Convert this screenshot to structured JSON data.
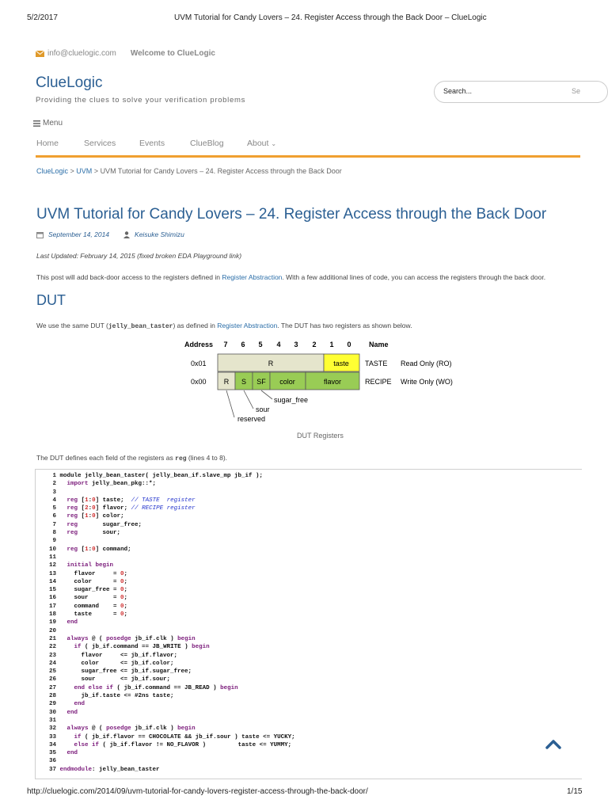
{
  "print_header": {
    "date": "5/2/2017",
    "title": "UVM Tutorial for Candy Lovers – 24. Register Access through the Back Door – ClueLogic"
  },
  "topbar": {
    "email": "info@cluelogic.com",
    "welcome": "Welcome to ClueLogic"
  },
  "site": {
    "title": "ClueLogic",
    "tagline": "Providing the clues to solve your verification problems"
  },
  "search": {
    "placeholder": "Search...",
    "button": "Se"
  },
  "menu_toggle": "Menu",
  "nav": {
    "items": [
      "Home",
      "Services",
      "Events",
      "ClueBlog",
      "About"
    ]
  },
  "breadcrumb": {
    "root": "ClueLogic",
    "sep": " > ",
    "cat": "UVM",
    "current": "UVM Tutorial for Candy Lovers – 24. Register Access through the Back Door"
  },
  "post": {
    "title": "UVM Tutorial for Candy Lovers – 24. Register Access through the Back Door",
    "date": "September 14, 2014",
    "author": "Keisuke Shimizu",
    "updated": "Last Updated: February 14, 2015 (fixed broken EDA Playground link)",
    "intro_a": "This post will add back-door access to the registers defined in ",
    "intro_link": "Register Abstraction",
    "intro_b": ". With a few additional lines of code, you can access the registers through the back door.",
    "h_dut": "DUT",
    "dut_a": "We use the same DUT (",
    "dut_code": "jelly_bean_taster",
    "dut_b": ") as defined in ",
    "dut_link": "Register Abstraction",
    "dut_c": ". The DUT has two registers as shown below.",
    "fig_caption": "DUT Registers",
    "fields_a": "The DUT defines each field of the registers as ",
    "fields_code": "reg",
    "fields_b": " (lines 4 to 8)."
  },
  "figure": {
    "header": {
      "address": "Address",
      "bits": [
        "7",
        "6",
        "5",
        "4",
        "3",
        "2",
        "1",
        "0"
      ],
      "name": "Name"
    },
    "row1": {
      "address": "0x01",
      "field_r": "R",
      "field_taste": "taste",
      "name": "TASTE",
      "access": "Read Only (RO)"
    },
    "row2": {
      "address": "0x00",
      "f_r": "R",
      "f_s": "S",
      "f_sf": "SF",
      "f_color": "color",
      "f_flavor": "flavor",
      "name": "RECIPE",
      "access": "Write Only (WO)"
    },
    "callouts": {
      "sugar_free": "sugar_free",
      "sour": "sour",
      "reserved": "reserved"
    },
    "colors": {
      "gray": "#e5e5cc",
      "yellow": "#ffff33",
      "green": "#99cc55",
      "outline": "#555555"
    }
  },
  "code_lines": [
    [
      [
        "",
        "module jelly_bean_taster( jelly_bean_if.slave_mp jb_if );"
      ]
    ],
    [
      [
        "",
        "  "
      ],
      [
        "kw",
        "import"
      ],
      [
        "",
        " jelly_bean_pkg::*;"
      ]
    ],
    [
      [
        "",
        ""
      ]
    ],
    [
      [
        "",
        "  "
      ],
      [
        "kw",
        "reg"
      ],
      [
        "",
        " ["
      ],
      [
        "num",
        "1"
      ],
      [
        "",
        ":"
      ],
      [
        "num",
        "0"
      ],
      [
        "",
        "] taste;  "
      ],
      [
        "cm",
        "// TASTE  register"
      ]
    ],
    [
      [
        "",
        "  "
      ],
      [
        "kw",
        "reg"
      ],
      [
        "",
        " ["
      ],
      [
        "num",
        "2"
      ],
      [
        "",
        ":"
      ],
      [
        "num",
        "0"
      ],
      [
        "",
        "] flavor; "
      ],
      [
        "cm",
        "// RECIPE register"
      ]
    ],
    [
      [
        "",
        "  "
      ],
      [
        "kw",
        "reg"
      ],
      [
        "",
        " ["
      ],
      [
        "num",
        "1"
      ],
      [
        "",
        ":"
      ],
      [
        "num",
        "0"
      ],
      [
        "",
        "] color;"
      ]
    ],
    [
      [
        "",
        "  "
      ],
      [
        "kw",
        "reg"
      ],
      [
        "",
        "       sugar_free;"
      ]
    ],
    [
      [
        "",
        "  "
      ],
      [
        "kw",
        "reg"
      ],
      [
        "",
        "       sour;"
      ]
    ],
    [
      [
        "",
        ""
      ]
    ],
    [
      [
        "",
        "  "
      ],
      [
        "kw",
        "reg"
      ],
      [
        "",
        " ["
      ],
      [
        "num",
        "1"
      ],
      [
        "",
        ":"
      ],
      [
        "num",
        "0"
      ],
      [
        "",
        "] command;"
      ]
    ],
    [
      [
        "",
        ""
      ]
    ],
    [
      [
        "",
        "  "
      ],
      [
        "kw",
        "initial begin"
      ]
    ],
    [
      [
        "",
        "    flavor     = "
      ],
      [
        "num",
        "0"
      ],
      [
        "",
        ";"
      ]
    ],
    [
      [
        "",
        "    color      = "
      ],
      [
        "num",
        "0"
      ],
      [
        "",
        ";"
      ]
    ],
    [
      [
        "",
        "    sugar_free = "
      ],
      [
        "num",
        "0"
      ],
      [
        "",
        ";"
      ]
    ],
    [
      [
        "",
        "    sour       = "
      ],
      [
        "num",
        "0"
      ],
      [
        "",
        ";"
      ]
    ],
    [
      [
        "",
        "    command    = "
      ],
      [
        "num",
        "0"
      ],
      [
        "",
        ";"
      ]
    ],
    [
      [
        "",
        "    taste      = "
      ],
      [
        "num",
        "0"
      ],
      [
        "",
        ";"
      ]
    ],
    [
      [
        "",
        "  "
      ],
      [
        "kw",
        "end"
      ]
    ],
    [
      [
        "",
        ""
      ]
    ],
    [
      [
        "",
        "  "
      ],
      [
        "kw",
        "always"
      ],
      [
        "",
        " @ ( "
      ],
      [
        "kw",
        "posedge"
      ],
      [
        "",
        " jb_if.clk ) "
      ],
      [
        "kw",
        "begin"
      ]
    ],
    [
      [
        "",
        "    "
      ],
      [
        "kw",
        "if"
      ],
      [
        "",
        " ( jb_if.command == JB_WRITE ) "
      ],
      [
        "kw",
        "begin"
      ]
    ],
    [
      [
        "",
        "      flavor     <= jb_if.flavor;"
      ]
    ],
    [
      [
        "",
        "      color      <= jb_if.color;"
      ]
    ],
    [
      [
        "",
        "      sugar_free <= jb_if.sugar_free;"
      ]
    ],
    [
      [
        "",
        "      sour       <= jb_if.sour;"
      ]
    ],
    [
      [
        "",
        "    "
      ],
      [
        "kw",
        "end else if"
      ],
      [
        "",
        " ( jb_if.command == JB_READ ) "
      ],
      [
        "kw",
        "begin"
      ]
    ],
    [
      [
        "",
        "      jb_if.taste <= #2ns taste;"
      ]
    ],
    [
      [
        "",
        "    "
      ],
      [
        "kw",
        "end"
      ]
    ],
    [
      [
        "",
        "  "
      ],
      [
        "kw",
        "end"
      ]
    ],
    [
      [
        "",
        ""
      ]
    ],
    [
      [
        "",
        "  "
      ],
      [
        "kw",
        "always"
      ],
      [
        "",
        " @ ( "
      ],
      [
        "kw",
        "posedge"
      ],
      [
        "",
        " jb_if.clk ) "
      ],
      [
        "kw",
        "begin"
      ]
    ],
    [
      [
        "",
        "    "
      ],
      [
        "kw",
        "if"
      ],
      [
        "",
        " ( jb_if.flavor == CHOCOLATE && jb_if.sour ) taste <= YUCKY;"
      ]
    ],
    [
      [
        "",
        "    "
      ],
      [
        "kw",
        "else if"
      ],
      [
        "",
        " ( jb_if.flavor != NO_FLAVOR )         taste <= YUMMY;"
      ]
    ],
    [
      [
        "",
        "  "
      ],
      [
        "kw",
        "end"
      ]
    ],
    [
      [
        "",
        ""
      ]
    ],
    [
      [
        "kw",
        "endmodule"
      ],
      [
        "",
        ": jelly_bean_taster"
      ]
    ]
  ],
  "print_footer": {
    "url": "http://cluelogic.com/2014/09/uvm-tutorial-for-candy-lovers-register-access-through-the-back-door/",
    "page": "1/15"
  }
}
